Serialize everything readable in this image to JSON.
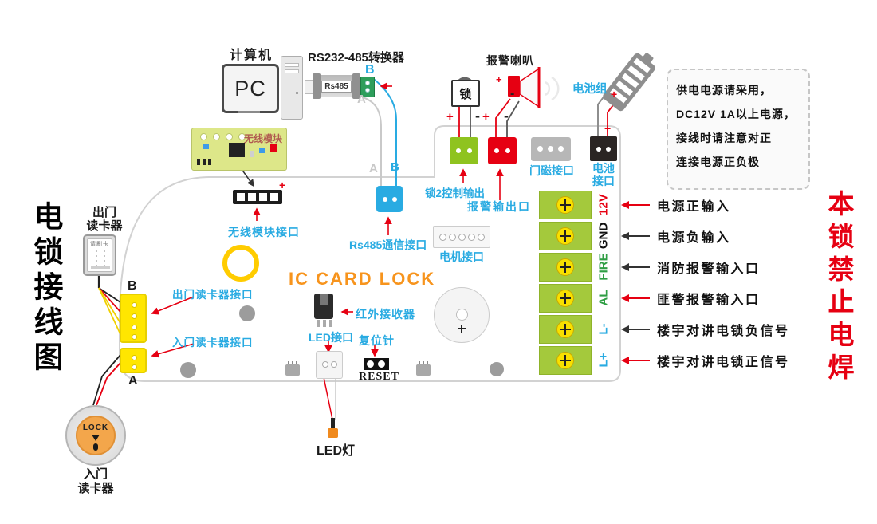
{
  "title_left": "电锁接线图",
  "banner_right": "本锁禁止电焊",
  "computer": {
    "label": "计算机",
    "screen_text": "PC"
  },
  "converter": {
    "label": "RS232-485转换器",
    "body_text": "Rs485"
  },
  "wire_labels": {
    "a": "A",
    "b": "B"
  },
  "wireless": {
    "board_label": "无线模块",
    "port_label": "无线模块接口"
  },
  "board": {
    "title": "IC CARD LOCK"
  },
  "ports": {
    "rs485": "Rs485通信接口",
    "lock2": "锁2控制输出",
    "alarm_out": "报警输出口",
    "door_magnet": "门磁接口",
    "battery_line1": "电池",
    "battery_line2": "接口",
    "motor": "电机接口",
    "ir": "红外接收器",
    "led": "LED接口",
    "reset_pin": "复位针",
    "reset_text": "RESET",
    "exit_reader": "出门读卡器接口",
    "entry_reader": "入门读卡器接口"
  },
  "devices": {
    "lock": "锁",
    "alarm_horn": "报警喇叭",
    "battery_pack": "电池组",
    "led_lamp": "LED灯",
    "exit_reader_line1": "出门",
    "exit_reader_line2": "读卡器",
    "exit_reader_screen": "请刷卡",
    "entry_reader_line1": "入门",
    "entry_reader_line2": "读卡器",
    "lock_button": "LOCK"
  },
  "signs": {
    "plus": "+",
    "minus": "-"
  },
  "note": {
    "lines": [
      "供电电源请采用，",
      "DC12V 1A以上电源，",
      "接线时请注意对正",
      "连接电源正负极"
    ]
  },
  "terminal": {
    "rows": [
      {
        "pin": "12V",
        "pin_color": "#e60012",
        "arrow": "#e60012",
        "desc": "电源正输入"
      },
      {
        "pin": "GND",
        "pin_color": "#111111",
        "arrow": "#333333",
        "desc": "电源负输入"
      },
      {
        "pin": "FIRE",
        "pin_color": "#2f9e44",
        "arrow": "#333333",
        "desc": "消防报警输入口"
      },
      {
        "pin": "AL",
        "pin_color": "#2f9e44",
        "arrow": "#e60012",
        "desc": "匪警报警输入口"
      },
      {
        "pin": "L-",
        "pin_color": "#29abe2",
        "arrow": "#333333",
        "desc": "楼宇对讲电锁负信号"
      },
      {
        "pin": "L+",
        "pin_color": "#29abe2",
        "arrow": "#e60012",
        "desc": "楼宇对讲电锁正信号"
      }
    ]
  },
  "colors": {
    "accent_blue": "#29abe2",
    "orange_title": "#f7941d",
    "red": "#e60012",
    "green_connector": "#8fc31f",
    "terminal_green": "#a4c93c",
    "yellow_connector": "#ffe600"
  }
}
